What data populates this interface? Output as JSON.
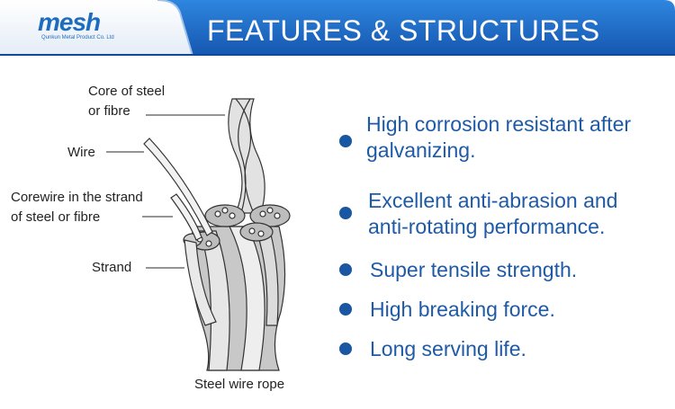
{
  "header": {
    "logo_text": "mesh",
    "logo_subtext": "Qunkun Metal Product Co. Ltd",
    "title": "FEATURES & STRUCTURES",
    "brand_color": "#1d6dbf"
  },
  "diagram": {
    "labels": {
      "core_line1": "Core of steel",
      "core_line2": "or fibre",
      "wire": "Wire",
      "corewire_line1": "Corewire in the strand",
      "corewire_line2": "of steel or fibre",
      "strand": "Strand",
      "caption": "Steel wire rope"
    }
  },
  "features": [
    {
      "line1": "High corrosion resistant after",
      "line2": "galvanizing."
    },
    {
      "line1": "Excellent anti-abrasion and",
      "line2": "anti-rotating performance."
    },
    {
      "line1": "Super tensile strength."
    },
    {
      "line1": "High breaking force."
    },
    {
      "line1": "Long serving life."
    }
  ]
}
